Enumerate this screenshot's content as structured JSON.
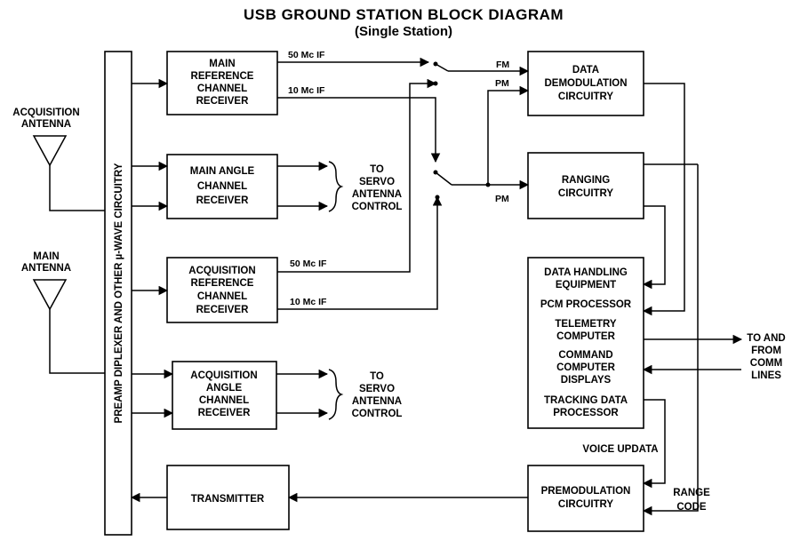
{
  "title": "USB GROUND STATION BLOCK DIAGRAM",
  "subtitle": "(Single Station)",
  "antennas": {
    "acquisition": [
      "ACQUISITION",
      "ANTENNA"
    ],
    "main": [
      "MAIN",
      "ANTENNA"
    ]
  },
  "preamp_label": "PREAMP DIPLEXER AND OTHER µ-WAVE CIRCUITRY",
  "blocks": {
    "main_ref_rx": [
      "MAIN",
      "REFERENCE",
      "CHANNEL",
      "RECEIVER"
    ],
    "main_angle_rx": [
      "MAIN ANGLE",
      "CHANNEL",
      "RECEIVER"
    ],
    "acq_ref_rx": [
      "ACQUISITION",
      "REFERENCE",
      "CHANNEL",
      "RECEIVER"
    ],
    "acq_angle_rx": [
      "ACQUISITION",
      "ANGLE",
      "CHANNEL",
      "RECEIVER"
    ],
    "transmitter": [
      "TRANSMITTER"
    ],
    "data_demod": [
      "DATA",
      "DEMODULATION",
      "CIRCUITRY"
    ],
    "ranging": [
      "RANGING",
      "CIRCUITRY"
    ],
    "premod": [
      "PREMODULATION",
      "CIRCUITRY"
    ],
    "data_handling": [
      "DATA HANDLING",
      "EQUIPMENT",
      "PCM PROCESSOR",
      "TELEMETRY",
      "COMPUTER",
      "COMMAND",
      "COMPUTER",
      "DISPLAYS",
      "TRACKING DATA",
      "PROCESSOR"
    ]
  },
  "signals": {
    "if50_top": "50 Mc IF",
    "if10_top": "10 Mc IF",
    "if50_acq": "50 Mc IF",
    "if10_acq": "10 Mc IF",
    "fm": "FM",
    "pm_top": "PM",
    "pm_bottom": "PM",
    "voice_updata": "VOICE UPDATA",
    "range_code": [
      "RANGE",
      "CODE"
    ]
  },
  "servo_top": [
    "TO",
    "SERVO",
    "ANTENNA",
    "CONTROL"
  ],
  "servo_bottom": [
    "TO",
    "SERVO",
    "ANTENNA",
    "CONTROL"
  ],
  "comm": [
    "TO AND",
    "FROM",
    "COMM",
    "LINES"
  ]
}
